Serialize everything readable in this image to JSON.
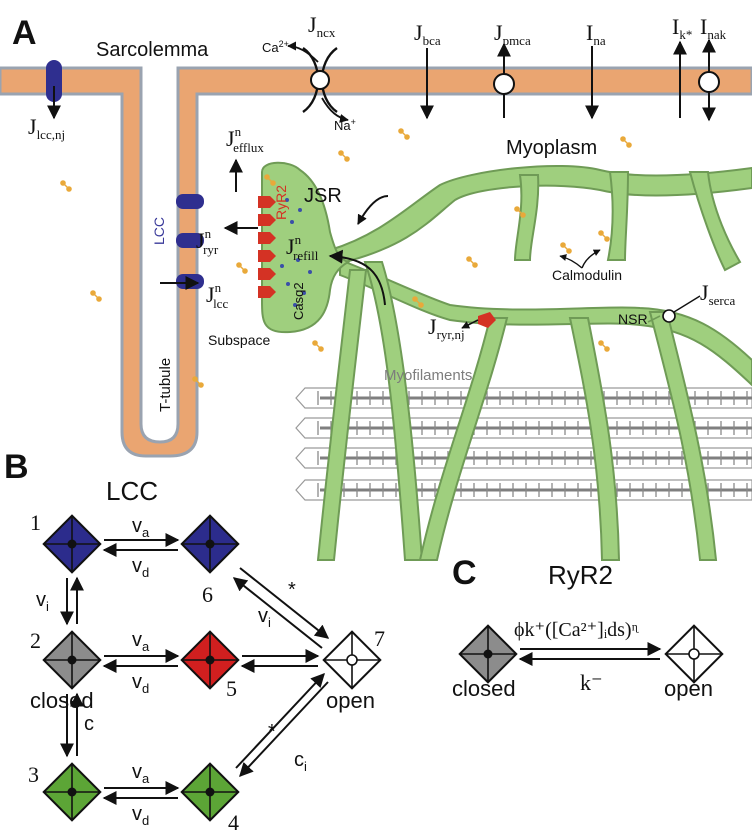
{
  "panels": {
    "a": "A",
    "b": "B",
    "c": "C"
  },
  "panel_a": {
    "sarcolemma": "Sarcolemma",
    "myoplasm": "Myoplasm",
    "jsr": "JSR",
    "ryr2": "RyR2",
    "casq2": "Casq2",
    "lcc": "LCC",
    "subspace": "Subspace",
    "t_tubule": "T-tubule",
    "nsr": "NSR",
    "myofilaments": "Myofilaments",
    "calmodulin": "Calmodulin",
    "ca_ion": "Ca",
    "ca_sup": "2+",
    "na_ion": "Na",
    "na_sup": "+",
    "fluxes": {
      "J": "J",
      "I": "I",
      "n": "n",
      "ncx": "ncx",
      "bca": "bca",
      "pmca": "pmca",
      "na": "na",
      "k": "k*",
      "nak": "nak",
      "lcc_nj": "lcc,nj",
      "efflux": "efflux",
      "ryr": "ryr",
      "refill": "refill",
      "lcc": "lcc",
      "ryr_nj": "ryr,nj",
      "serca": "serca"
    }
  },
  "panel_b": {
    "title": "LCC",
    "state_labels": {
      "s1": "1",
      "s2": "2",
      "s3": "3",
      "s4": "4",
      "s5": "5",
      "s6": "6",
      "s7": "7"
    },
    "closed": "closed",
    "open": "open",
    "v": "v",
    "rates": {
      "a": "a",
      "d": "d",
      "i": "i",
      "c": "c",
      "ci": "i",
      "star": "*"
    }
  },
  "panel_c": {
    "title": "RyR2",
    "closed": "closed",
    "open": "open",
    "rate_forward": "ϕk⁺([Ca²⁺]ᵢds)ᶯ",
    "rate_backward": "k⁻"
  },
  "colors": {
    "membrane": "#eaa571",
    "membrane_edge": "#9aa3b0",
    "network": "#9fcf7e",
    "network_edge": "#6f9b56",
    "channel": "#2f2f8f",
    "ryr": "#d43224",
    "calmodulin": "#e9a93a",
    "state_blue": "#2c2c8c",
    "state_gray": "#8c8c8c",
    "state_red": "#d11f1f",
    "state_green": "#5ca536"
  }
}
